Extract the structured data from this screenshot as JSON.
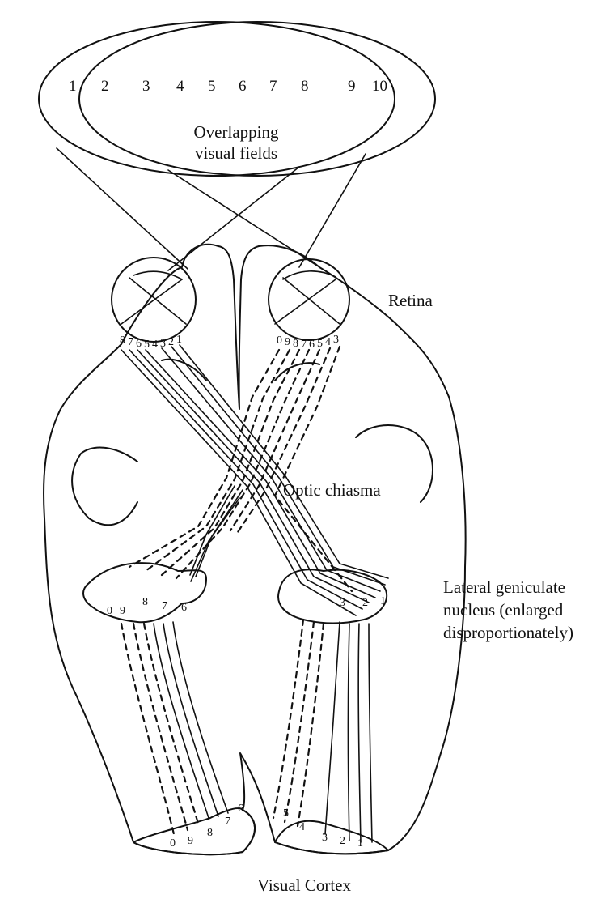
{
  "visual_field_numbers": [
    "1",
    "2",
    "3",
    "4",
    "5",
    "6",
    "7",
    "8",
    "9",
    "10"
  ],
  "labels": {
    "overlap_line1": "Overlapping",
    "overlap_line2": "visual fields",
    "retina": "Retina",
    "optic_chiasma": "Optic chiasma",
    "lgn_line1": "Lateral geniculate",
    "lgn_line2": "nucleus (enlarged",
    "lgn_line3": "disproportionately)",
    "visual_cortex": "Visual Cortex"
  },
  "left_retina_numbers": [
    "8",
    "7",
    "6",
    "5",
    "4",
    "3",
    "2",
    "1"
  ],
  "right_retina_numbers": [
    "0",
    "9",
    "8",
    "7",
    "6",
    "5",
    "4",
    "3"
  ],
  "left_lgn_numbers": [
    "0",
    "9",
    "8",
    "7",
    "6"
  ],
  "right_lgn_numbers": [
    "3",
    "2",
    "1"
  ],
  "left_cortex_numbers": [
    "0",
    "9",
    "8",
    "7",
    "6"
  ],
  "right_cortex_numbers": [
    "5",
    "4",
    "3",
    "2",
    "1"
  ]
}
